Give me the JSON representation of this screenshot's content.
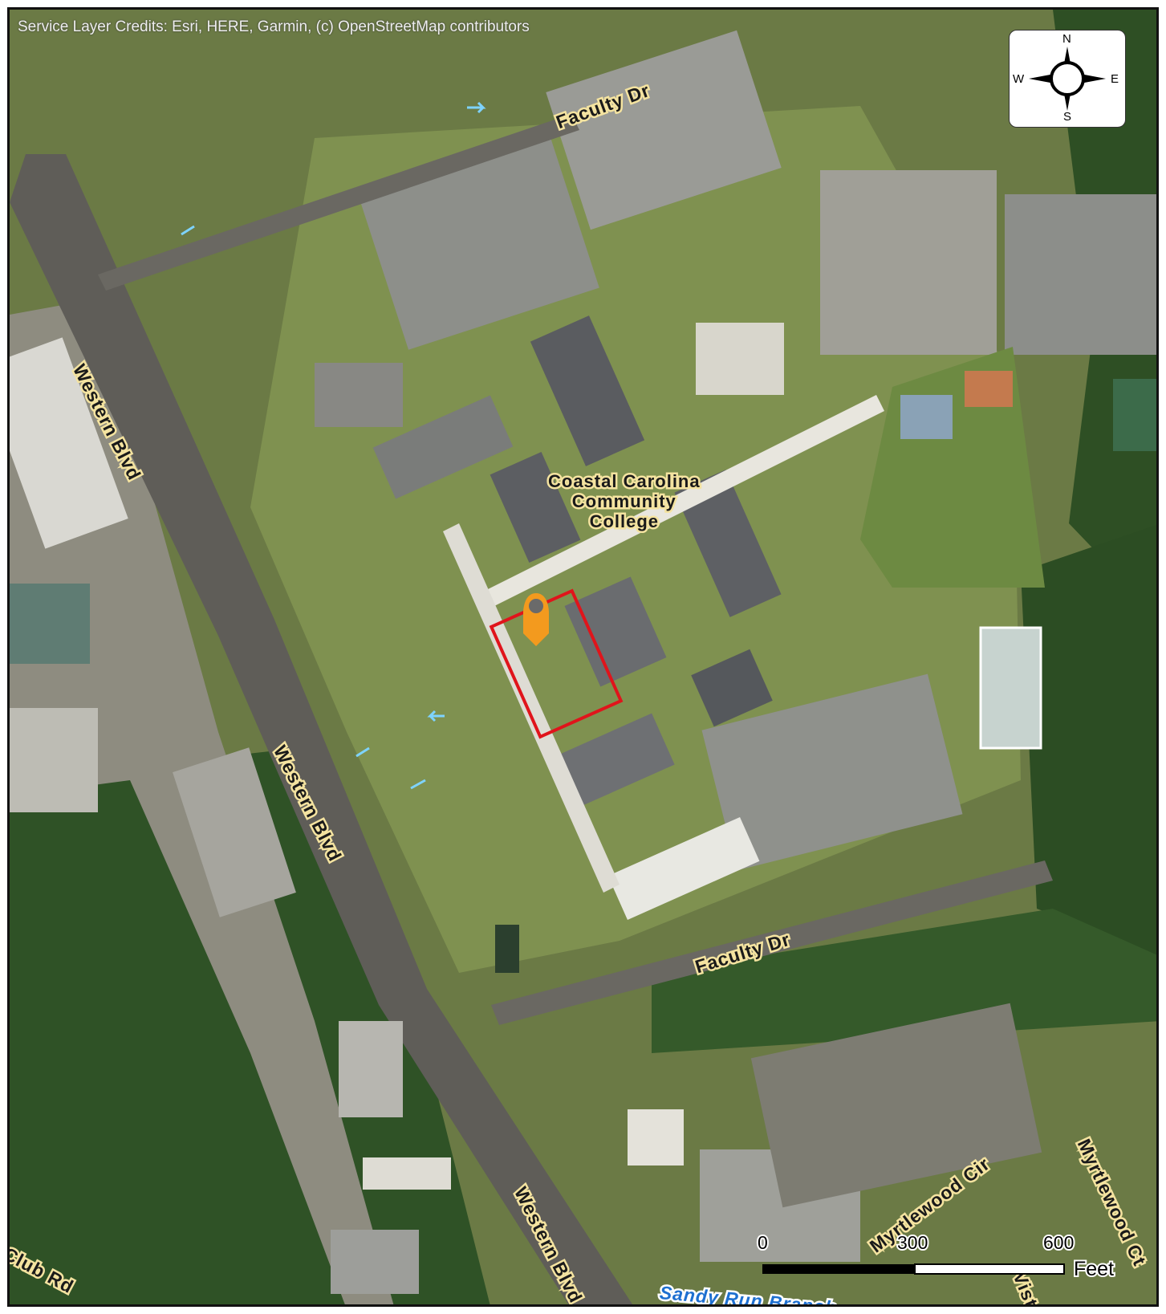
{
  "credits": "Service Layer Credits: Esri, HERE, Garmin, (c) OpenStreetMap contributors",
  "labels": {
    "faculty_dr_north": "Faculty Dr",
    "faculty_dr_south": "Faculty Dr",
    "western_blvd_1": "Western Blvd",
    "western_blvd_2": "Western Blvd",
    "western_blvd_3": "Western Blvd",
    "college_line1": "Coastal Carolina",
    "college_line2": "Community",
    "college_line3": "College",
    "myrtlewood_cir": "Myrtlewood Cir",
    "myrtlewood_ct": "Myrtlewood Ct",
    "club_rd": "Club Rd",
    "vista_dr": "Vista Dr",
    "sandy_run_branch": "Sandy Run Branch"
  },
  "north_arrow": {
    "n": "N",
    "s": "S",
    "e": "E",
    "w": "W"
  },
  "scale_bar": {
    "tick_0": "0",
    "tick_1": "300",
    "tick_2": "600",
    "unit": "Feet"
  },
  "colors": {
    "site_boundary": "#e0141b",
    "site_marker": "#f39a1e",
    "road_label_halo": "#f4e3a0",
    "water_label": "#1d6fd0"
  },
  "icons": {
    "site_marker": "map-pin-icon",
    "north_arrow": "compass-rose-icon"
  }
}
